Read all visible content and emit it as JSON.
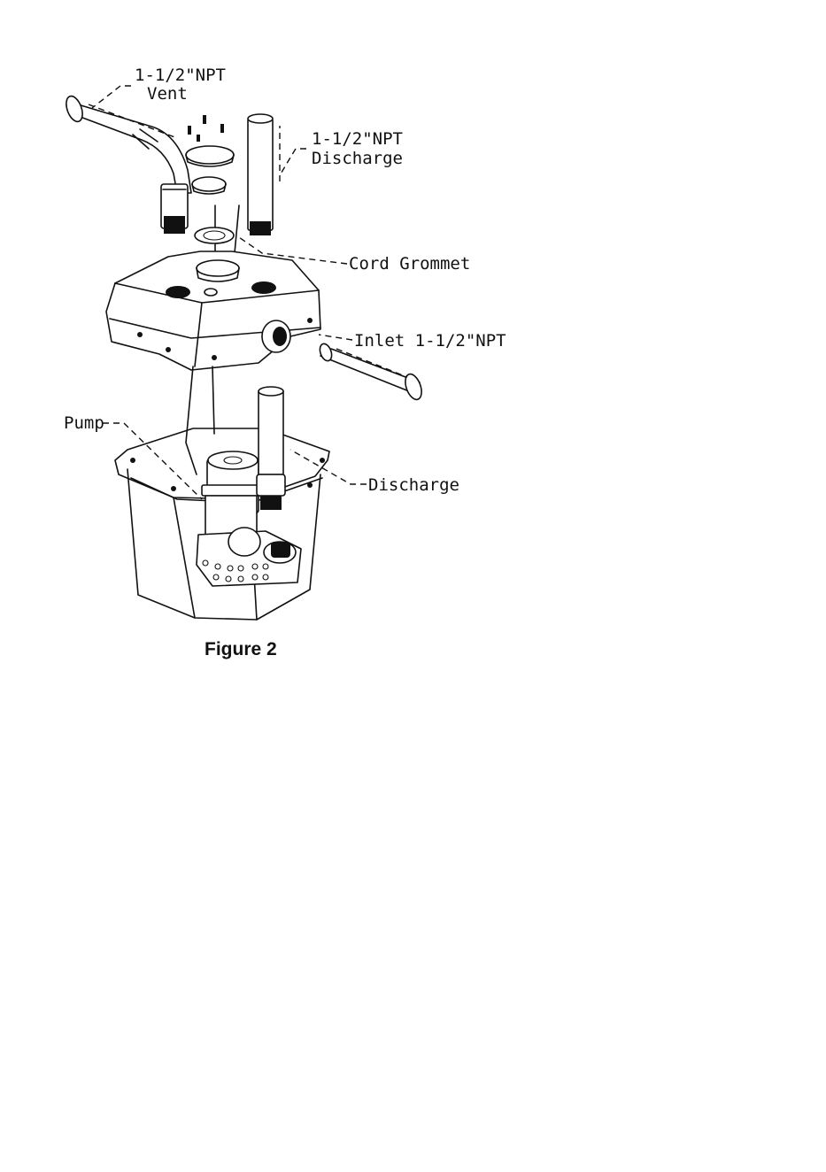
{
  "figure": {
    "labels": {
      "vent_line1": "1-1/2\"NPT",
      "vent_line2": "Vent",
      "discharge_top_line1": "1-1/2\"NPT",
      "discharge_top_line2": "Discharge",
      "cord_grommet": "Cord Grommet",
      "inlet": "Inlet 1-1/2\"NPT",
      "pump": "Pump",
      "discharge": "Discharge"
    },
    "caption": "Figure 2"
  }
}
